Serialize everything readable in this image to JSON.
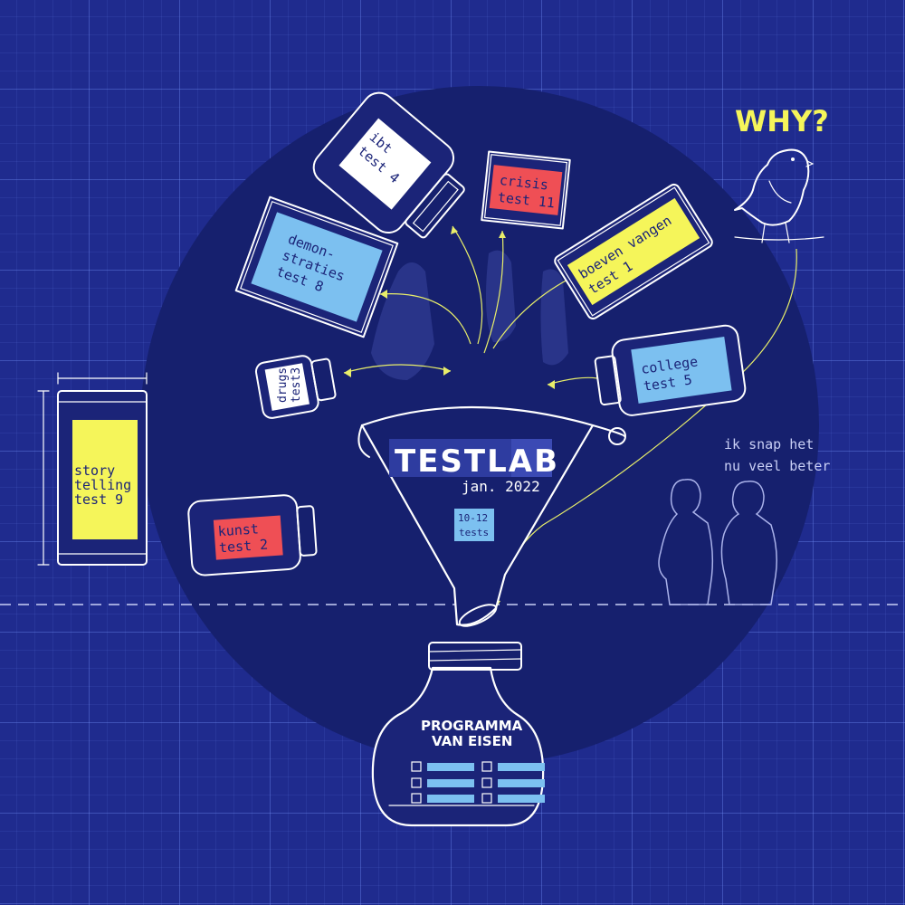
{
  "colors": {
    "background": "#1f2b8e",
    "circle": "#16206e",
    "yellow": "#f5f55a",
    "red": "#ef4f55",
    "lightblue": "#7cc0f0",
    "white": "#ffffff"
  },
  "headline": "WHY?",
  "funnel": {
    "title": "TESTLAB",
    "subtitle": "jan. 2022",
    "badge_line1": "10-12",
    "badge_line2": "tests"
  },
  "quote": {
    "line1": "ik snap het",
    "line2": "nu veel beter"
  },
  "result_jar": {
    "line1": "PROGRAMMA",
    "line2": "VAN EISEN",
    "checklist_rows": 3,
    "checklist_columns": 2
  },
  "jars": [
    {
      "id": "ibt",
      "lines": [
        "ibt",
        "test 4"
      ],
      "label_color": "#ffffff"
    },
    {
      "id": "crisis",
      "lines": [
        "crisis",
        "test 11"
      ],
      "label_color": "#ef4f55"
    },
    {
      "id": "boeven",
      "lines": [
        "boeven vangen",
        "test 1"
      ],
      "label_color": "#f5f55a"
    },
    {
      "id": "demonstraties",
      "lines": [
        "demon-",
        "straties",
        "test 8"
      ],
      "label_color": "#7cc0f0"
    },
    {
      "id": "college",
      "lines": [
        "college",
        "test 5"
      ],
      "label_color": "#7cc0f0"
    },
    {
      "id": "drugs",
      "lines": [
        "drugs",
        "test3"
      ],
      "label_color": "#ffffff"
    },
    {
      "id": "storytelling",
      "lines": [
        "story",
        "telling",
        "test 9"
      ],
      "label_color": "#f5f55a"
    },
    {
      "id": "kunst",
      "lines": [
        "kunst",
        "test 2"
      ],
      "label_color": "#ef4f55"
    }
  ]
}
